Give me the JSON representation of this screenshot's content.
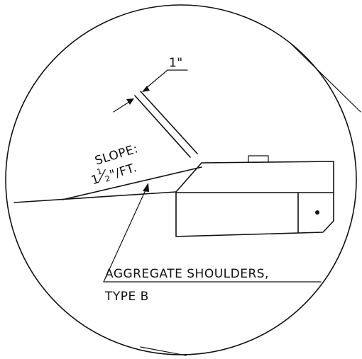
{
  "labels": {
    "dimension": "1\"",
    "slope_line1": "SLOPE:",
    "slope_whole": "1",
    "slope_num": "1",
    "slope_den": "2",
    "slope_unit": "\"/FT.",
    "aggregate_line1": "AGGREGATE SHOULDERS,",
    "aggregate_line2": "TYPE B"
  }
}
